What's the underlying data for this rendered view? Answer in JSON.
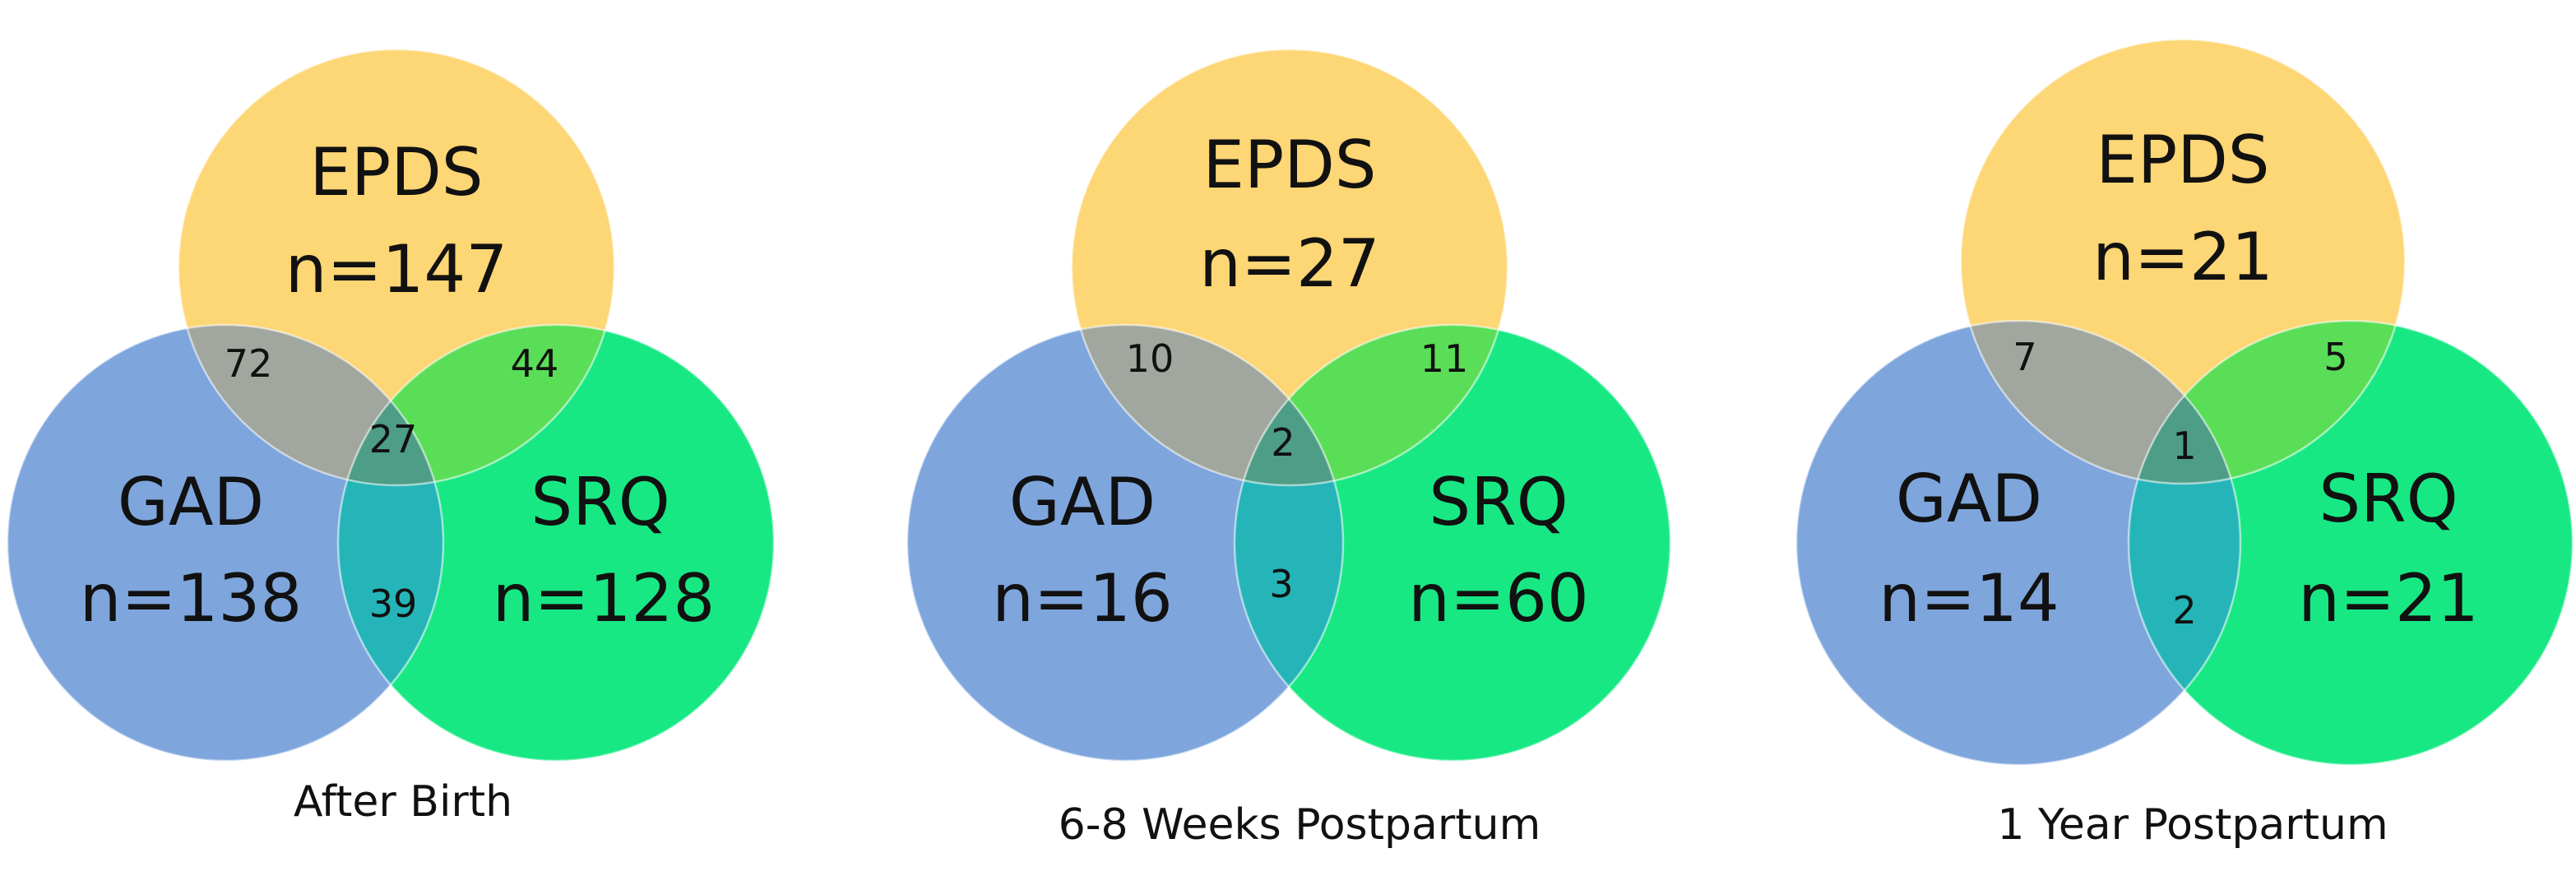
{
  "colors": {
    "epds": "#FDD675",
    "gad": "#7EA6DD",
    "srq": "#18E884",
    "gad_epds_overlap": "#A1A79E",
    "epds_srq_overlap": "#5ADE57",
    "gad_srq_overlap": "#25B5B8",
    "triple_overlap": "#4E9D86"
  },
  "diagrams": [
    {
      "caption": "After Birth",
      "epds": {
        "name": "EPDS",
        "n": "n=147"
      },
      "gad": {
        "name": "GAD",
        "n": "n=138"
      },
      "srq": {
        "name": "SRQ",
        "n": "n=128"
      },
      "overlaps": {
        "gad_epds": "72",
        "epds_srq": "44",
        "all": "27",
        "gad_srq": "39"
      }
    },
    {
      "caption": "6-8 Weeks Postpartum",
      "epds": {
        "name": "EPDS",
        "n": "n=27"
      },
      "gad": {
        "name": "GAD",
        "n": "n=16"
      },
      "srq": {
        "name": "SRQ",
        "n": "n=60"
      },
      "overlaps": {
        "gad_epds": "10",
        "epds_srq": "11",
        "all": "2",
        "gad_srq": "3"
      }
    },
    {
      "caption": "1 Year Postpartum",
      "epds": {
        "name": "EPDS",
        "n": "n=21"
      },
      "gad": {
        "name": "GAD",
        "n": "n=14"
      },
      "srq": {
        "name": "SRQ",
        "n": "n=21"
      },
      "overlaps": {
        "gad_epds": "7",
        "epds_srq": "5",
        "all": "1",
        "gad_srq": "2"
      }
    }
  ]
}
